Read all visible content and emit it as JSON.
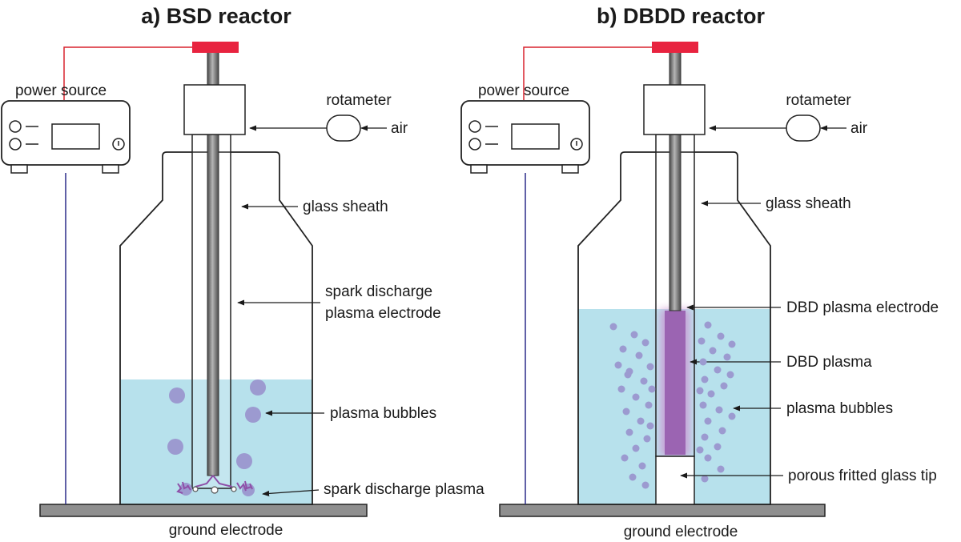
{
  "panels": {
    "a": {
      "title": "a) BSD reactor",
      "labels": {
        "power_source": "power source",
        "rotameter": "rotameter",
        "air": "air",
        "glass_sheath": "glass sheath",
        "electrode_line1": "spark discharge",
        "electrode_line2": "plasma electrode",
        "bubbles": "plasma bubbles",
        "discharge": "spark discharge plasma",
        "ground": "ground electrode"
      }
    },
    "b": {
      "title": "b) DBDD reactor",
      "labels": {
        "power_source": "power source",
        "rotameter": "rotameter",
        "air": "air",
        "glass_sheath": "glass sheath",
        "dbd_electrode": "DBD plasma electrode",
        "dbd_plasma": "DBD plasma",
        "bubbles": "plasma bubbles",
        "fritted_tip": "porous fritted glass tip",
        "ground": "ground electrode"
      }
    }
  },
  "colors": {
    "water": "#b7e1ec",
    "plasma": "#8e4fa8",
    "bubble": "#9c9ad0",
    "cap": "#e8233f",
    "wire_red": "#d8242e",
    "wire_blue": "#2c2c8a",
    "ground_plate": "#8f8f8f",
    "rod": "#7a7a7a"
  }
}
